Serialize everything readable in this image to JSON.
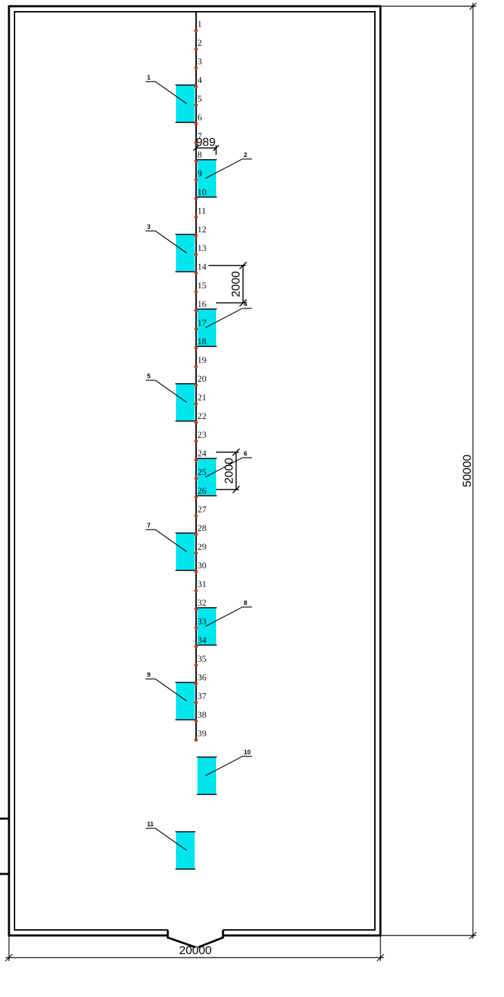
{
  "plan": {
    "width_dim": "20000",
    "height_dim": "50000",
    "offset_dim": "989",
    "spacing_dim": "2000",
    "box_height_dim": "2000",
    "axis_points": [
      "1",
      "2",
      "3",
      "4",
      "5",
      "6",
      "7",
      "8",
      "9",
      "10",
      "11",
      "12",
      "13",
      "14",
      "15",
      "16",
      "17",
      "18",
      "19",
      "20",
      "21",
      "22",
      "23",
      "24",
      "25",
      "26",
      "27",
      "28",
      "29",
      "30",
      "31",
      "32",
      "33",
      "34",
      "35",
      "36",
      "37",
      "38",
      "39"
    ],
    "boxes": [
      {
        "label": "1",
        "side": "left"
      },
      {
        "label": "2",
        "side": "right"
      },
      {
        "label": "3",
        "side": "left"
      },
      {
        "label": "4",
        "side": "right"
      },
      {
        "label": "5",
        "side": "left"
      },
      {
        "label": "6",
        "side": "right"
      },
      {
        "label": "7",
        "side": "left"
      },
      {
        "label": "8",
        "side": "right"
      },
      {
        "label": "9",
        "side": "left"
      },
      {
        "label": "10",
        "side": "right"
      },
      {
        "label": "11",
        "side": "left"
      }
    ],
    "colors": {
      "box_fill": "#00e5ee",
      "point": "#c0392b",
      "line": "#000000"
    }
  }
}
